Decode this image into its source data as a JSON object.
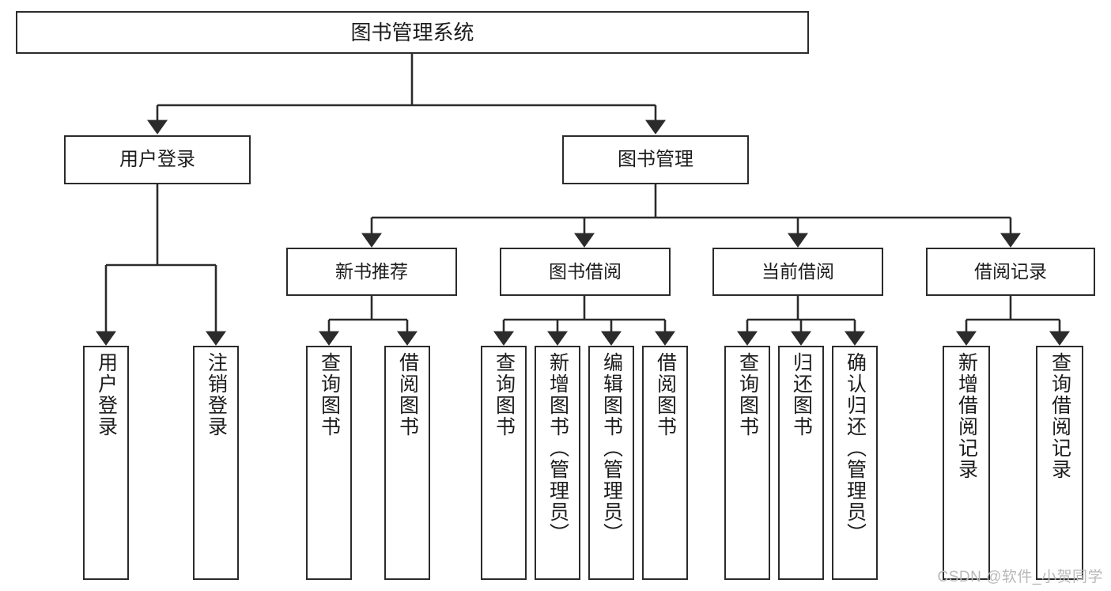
{
  "diagram": {
    "type": "tree",
    "title": "图书管理系统",
    "orientation": "top-down",
    "colors": {
      "box_border": "#2b2b2b",
      "box_fill": "#ffffff",
      "line": "#2b2b2b",
      "text": "#1c1c1c",
      "watermark": "#b9b9b9"
    },
    "root": {
      "label": "图书管理系统"
    },
    "level2": [
      {
        "label": "用户登录"
      },
      {
        "label": "图书管理"
      }
    ],
    "level3": [
      {
        "label": "新书推荐"
      },
      {
        "label": "图书借阅"
      },
      {
        "label": "当前借阅"
      },
      {
        "label": "借阅记录"
      }
    ],
    "leaves": {
      "user_login": [
        {
          "label": "用户登录"
        },
        {
          "label": "注销登录"
        }
      ],
      "new_book_recommend": [
        {
          "label": "查询图书"
        },
        {
          "label": "借阅图书"
        }
      ],
      "book_borrow": [
        {
          "label": "查询图书"
        },
        {
          "label": "新增图书（管理员）"
        },
        {
          "label": "编辑图书（管理员）"
        },
        {
          "label": "借阅图书"
        }
      ],
      "current_borrow": [
        {
          "label": "查询图书"
        },
        {
          "label": "归还图书"
        },
        {
          "label": "确认归还（管理员）"
        }
      ],
      "borrow_record": [
        {
          "label": "新增借阅记录"
        },
        {
          "label": "查询借阅记录"
        }
      ]
    }
  },
  "watermark": {
    "text": "CSDN @软件_小贺同学"
  }
}
